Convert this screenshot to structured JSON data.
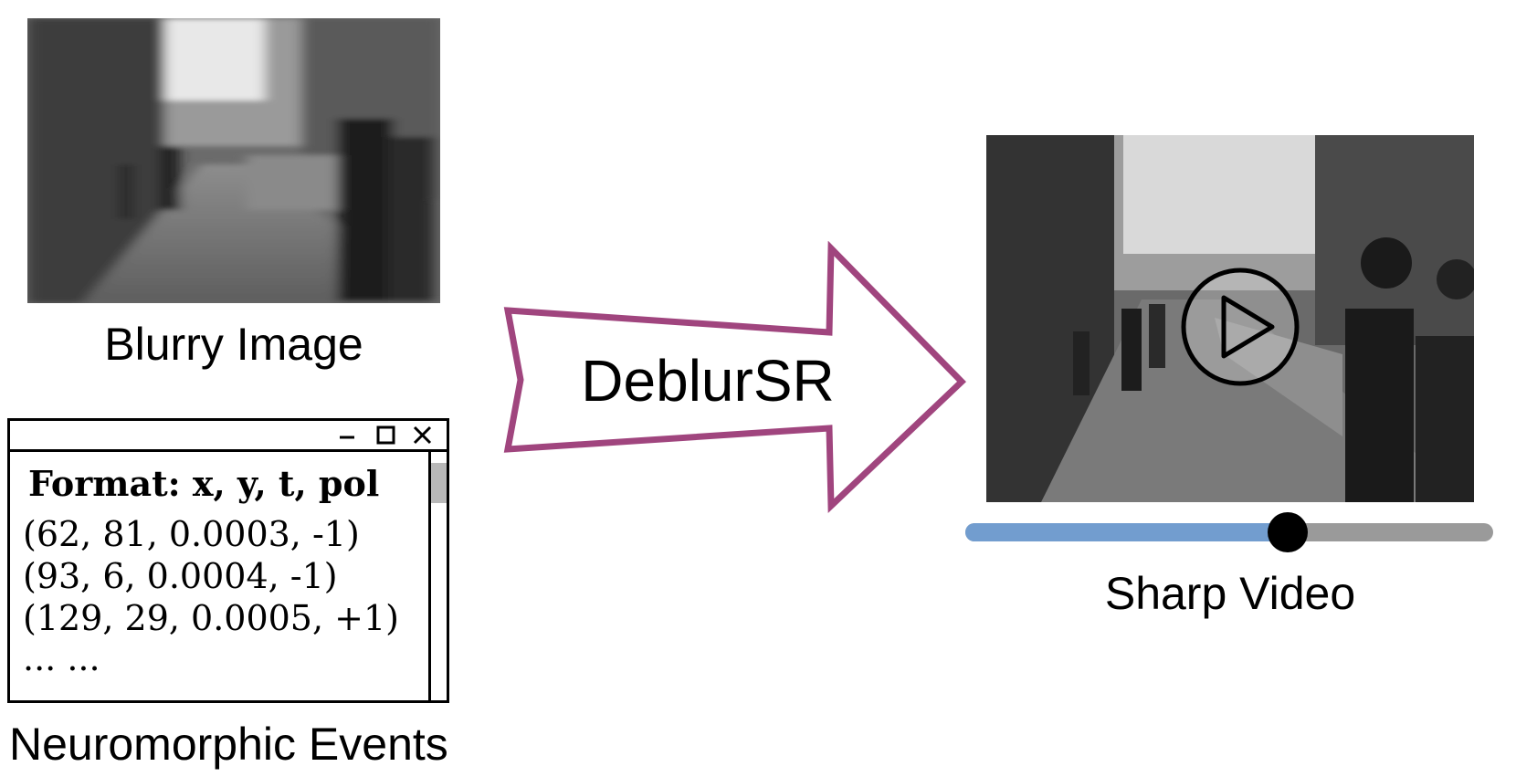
{
  "blurry": {
    "caption": "Blurry Image"
  },
  "events_window": {
    "format": "Format: x, y, t, pol",
    "rows": [
      "(62, 81, 0.0003, -1)",
      "(93, 6, 0.0004, -1)",
      "(129, 29, 0.0005, +1)",
      "... ..."
    ],
    "caption": "Neuromorphic Events"
  },
  "arrow": {
    "label": "DeblurSR",
    "color": "#a0457e"
  },
  "sharp": {
    "caption": "Sharp Video",
    "progress": 0.61,
    "progress_color": "#729dcf",
    "track_color": "#9a9a9a"
  },
  "icons": [
    "minimize-icon",
    "maximize-icon",
    "close-icon",
    "play-icon"
  ]
}
